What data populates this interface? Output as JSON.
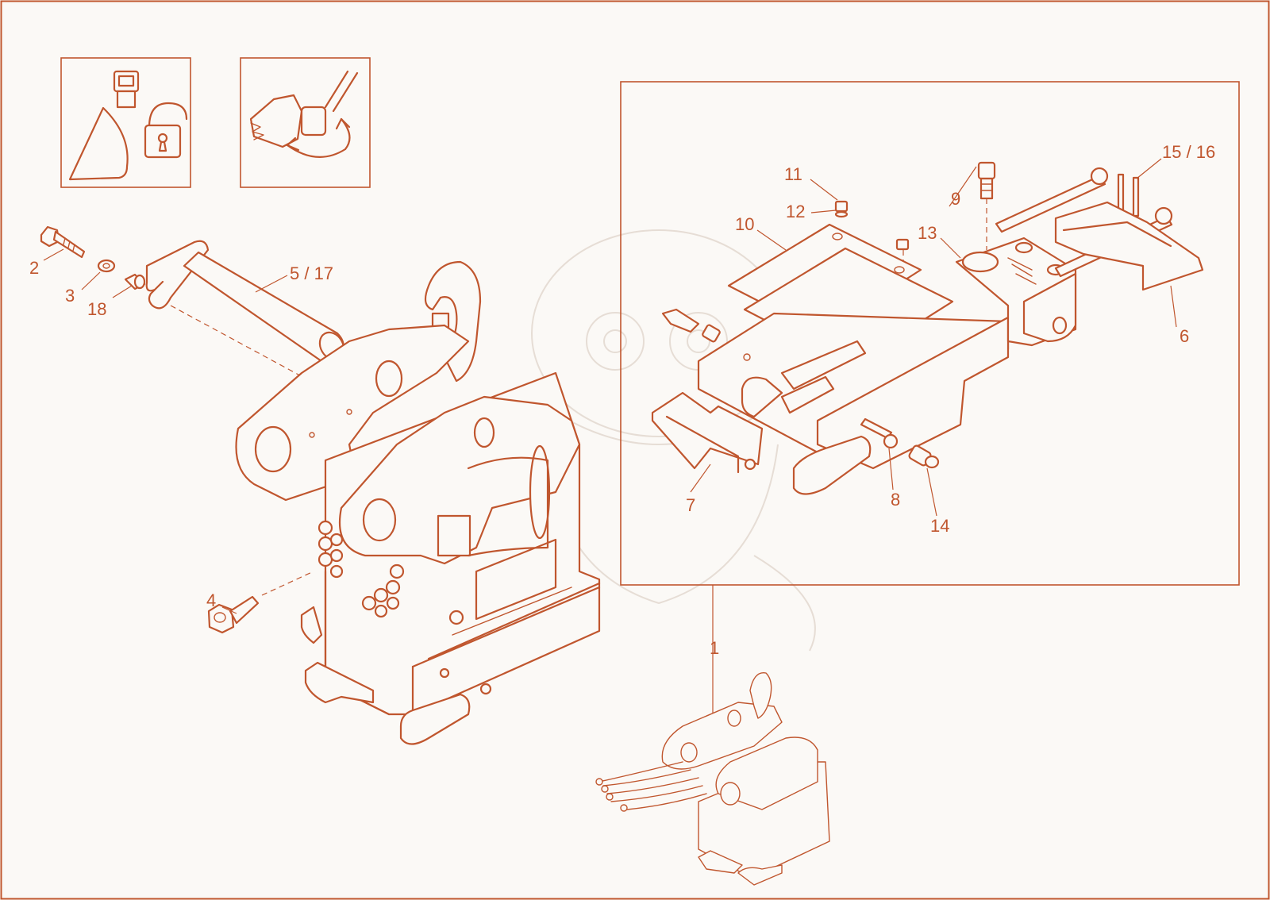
{
  "diagram": {
    "accent_color": "#c0562e",
    "callouts": {
      "c1": "1",
      "c2": "2",
      "c3": "3",
      "c4": "4",
      "c5_17": "5 / 17",
      "c6": "6",
      "c7": "7",
      "c8": "8",
      "c9": "9",
      "c10": "10",
      "c11": "11",
      "c12": "12",
      "c13": "13",
      "c14": "14",
      "c15_16": "15 / 16",
      "c18": "18"
    },
    "icons": [
      "switch-unlock-icon",
      "bucket-rotate-icon",
      "background-watermark"
    ]
  }
}
